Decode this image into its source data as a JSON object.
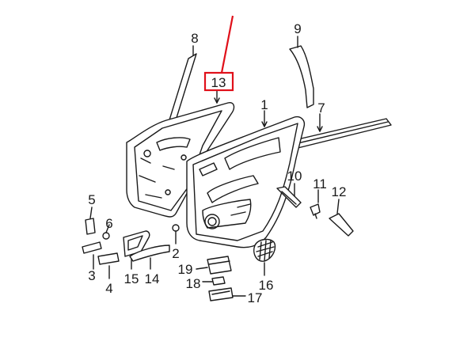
{
  "diagram": {
    "callouts": [
      {
        "id": "1",
        "label": "1"
      },
      {
        "id": "2",
        "label": "2"
      },
      {
        "id": "3",
        "label": "3"
      },
      {
        "id": "4",
        "label": "4"
      },
      {
        "id": "5",
        "label": "5"
      },
      {
        "id": "6",
        "label": "6"
      },
      {
        "id": "7",
        "label": "7"
      },
      {
        "id": "8",
        "label": "8"
      },
      {
        "id": "9",
        "label": "9"
      },
      {
        "id": "10",
        "label": "10"
      },
      {
        "id": "11",
        "label": "11"
      },
      {
        "id": "12",
        "label": "12"
      },
      {
        "id": "13",
        "label": "13"
      },
      {
        "id": "14",
        "label": "14"
      },
      {
        "id": "15",
        "label": "15"
      },
      {
        "id": "16",
        "label": "16"
      },
      {
        "id": "17",
        "label": "17"
      },
      {
        "id": "18",
        "label": "18"
      },
      {
        "id": "19",
        "label": "19"
      }
    ],
    "highlighted_callout": "13",
    "highlight_color": "#e0101a",
    "line_color": "#1a1a1a"
  }
}
